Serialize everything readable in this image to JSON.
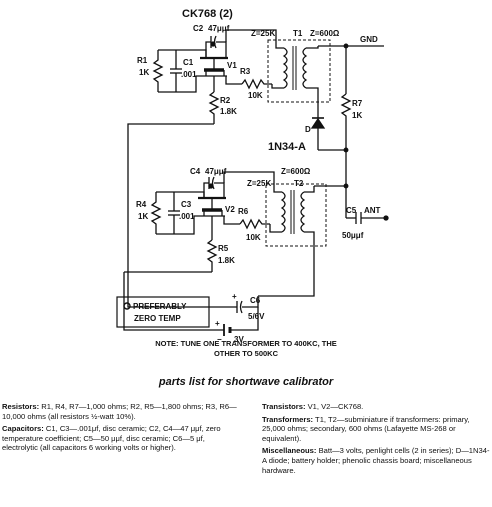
{
  "schematic": {
    "tube_title": "CK768 (2)",
    "c2_label": "C2",
    "c2_value": "47μμf",
    "c4_label": "C4",
    "c4_value": "47μμf",
    "t1_primary_z": "Z=25K",
    "t1_label": "T1",
    "t1_secondary_z": "Z=600Ω",
    "t2_primary_z": "Z=25K",
    "t2_label": "T2",
    "t2_secondary_z": "Z=600Ω",
    "gnd_label": "GND",
    "r1_label": "R1",
    "r1_value": "1K",
    "c1_label": "C1",
    "c1_value": ".001",
    "v1_label": "V1",
    "r3_label": "R3",
    "r3_value": "10K",
    "r2_label": "R2",
    "r2_value": "1.8K",
    "r7_label": "R7",
    "r7_value": "1K",
    "d_label": "D",
    "diode_type": "1N34-A",
    "r4_label": "R4",
    "r4_value": "1K",
    "c3_label": "C3",
    "c3_value": ".001",
    "v2_label": "V2",
    "r6_label": "R6",
    "r6_value": "10K",
    "r5_label": "R5",
    "r5_value": "1.8K",
    "c5_label": "C5",
    "ant_label": "ANT",
    "c5_value": "50μμf",
    "c6_label": "C6",
    "c6_value": "5/6V",
    "batt_voltage": "3V",
    "plus_sign": "+",
    "minus_sign": "−",
    "zero_temp_line1": "PREFERABLY",
    "zero_temp_line2": "ZERO TEMP"
  },
  "note": {
    "line1": "NOTE: TUNE ONE TRANSFORMER TO 400KC, THE",
    "line2": "OTHER TO 500KC"
  },
  "parts_list": {
    "title": "parts list for shortwave calibrator",
    "resistors_head": "Resistors:",
    "resistors_text": " R1, R4, R7—1,000 ohms; R2, R5—1,800 ohms; R3, R6—10,000 ohms (all resistors ½-watt 10%).",
    "capacitors_head": "Capacitors:",
    "capacitors_text": " C1, C3—.001μf, disc ceramic; C2, C4—47 μμf, zero temperature coefficient; C5—50 μμf, disc ceramic; C6—5 μf, electrolytic (all capacitors 6 working volts or higher).",
    "transistors_head": "Transistors:",
    "transistors_text": " V1, V2—CK768.",
    "transformers_head": "Transformers:",
    "transformers_text": " T1, T2—subminiature if transformers: primary, 25,000 ohms; secondary, 600 ohms (Lafayette MS-268 or equivalent).",
    "misc_head": "Miscellaneous:",
    "misc_text": " Batt—3 volts, penlight cells (2 in series); D—1N34-A diode; battery holder; phenolic chassis board; miscellaneous hardware."
  }
}
